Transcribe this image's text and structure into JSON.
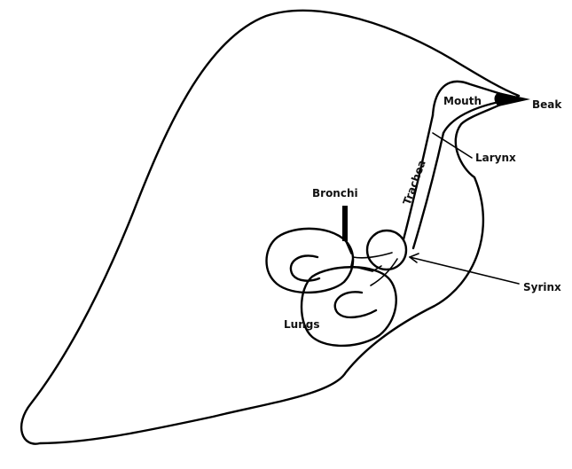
{
  "labels": {
    "mouth": "Mouth",
    "beak": "Beak",
    "larynx": "Larynx",
    "trachea": "Trachea",
    "bronchi": "Bronchi",
    "syrinx": "Syrinx",
    "lungs": "Lungs"
  },
  "colors": {
    "ink": "#000000",
    "background": "#ffffff"
  }
}
